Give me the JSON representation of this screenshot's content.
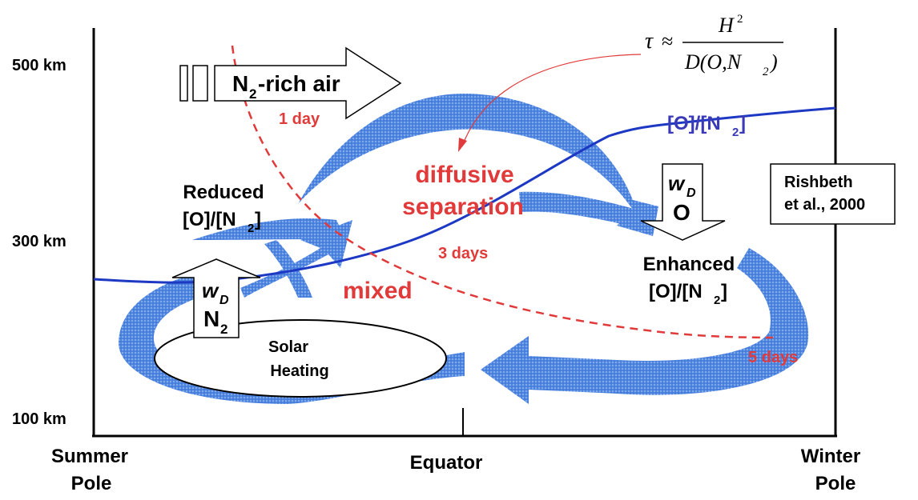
{
  "axis": {
    "y_ticks": [
      "500 km",
      "300 km",
      "100 km"
    ],
    "x_left": [
      "Summer",
      "Pole"
    ],
    "x_mid": "Equator",
    "x_right": [
      "Winter",
      "Pole"
    ]
  },
  "formula": {
    "tau": "τ",
    "approx": "≈",
    "numerator_base": "H",
    "numerator_exp": "2",
    "denominator_a": "D(O,N",
    "denominator_sub": "2",
    "denominator_b": ")"
  },
  "arrow_top": {
    "text": "N",
    "sub": "2",
    "text_after": "-rich air"
  },
  "times": {
    "t1": "1 day",
    "t3": "3 days",
    "t5": "5 days"
  },
  "labels": {
    "diffusive": "diffusive",
    "separation": "separation",
    "mixed": "mixed",
    "ratio_curve": "[O]/[N",
    "ratio_curve_sub": "2",
    "ratio_curve_end": "]",
    "reduced_1": "Reduced",
    "reduced_2": "[O]/[N",
    "reduced_2_sub": "2",
    "reduced_2_end": "]",
    "enhanced_1": "Enhanced",
    "enhanced_2": "[O]/[N",
    "enhanced_2_sub": "2",
    "enhanced_2_end": "]",
    "solar_1": "Solar",
    "solar_2": "Heating",
    "wd_left_w": "w",
    "wd_left_d": "D",
    "wd_left_species": "N",
    "wd_left_species_sub": "2",
    "wd_right_w": "w",
    "wd_right_d": "D",
    "wd_right_species": "O",
    "ref_1": "Rishbeth",
    "ref_2": "et al., 2000"
  },
  "colors": {
    "circulation": "#4f86e0",
    "ratio_line": "#1d39c4",
    "dashed": "#e03a3a",
    "red_text": "#e03a3a",
    "blue_text": "#3a3ab8"
  }
}
